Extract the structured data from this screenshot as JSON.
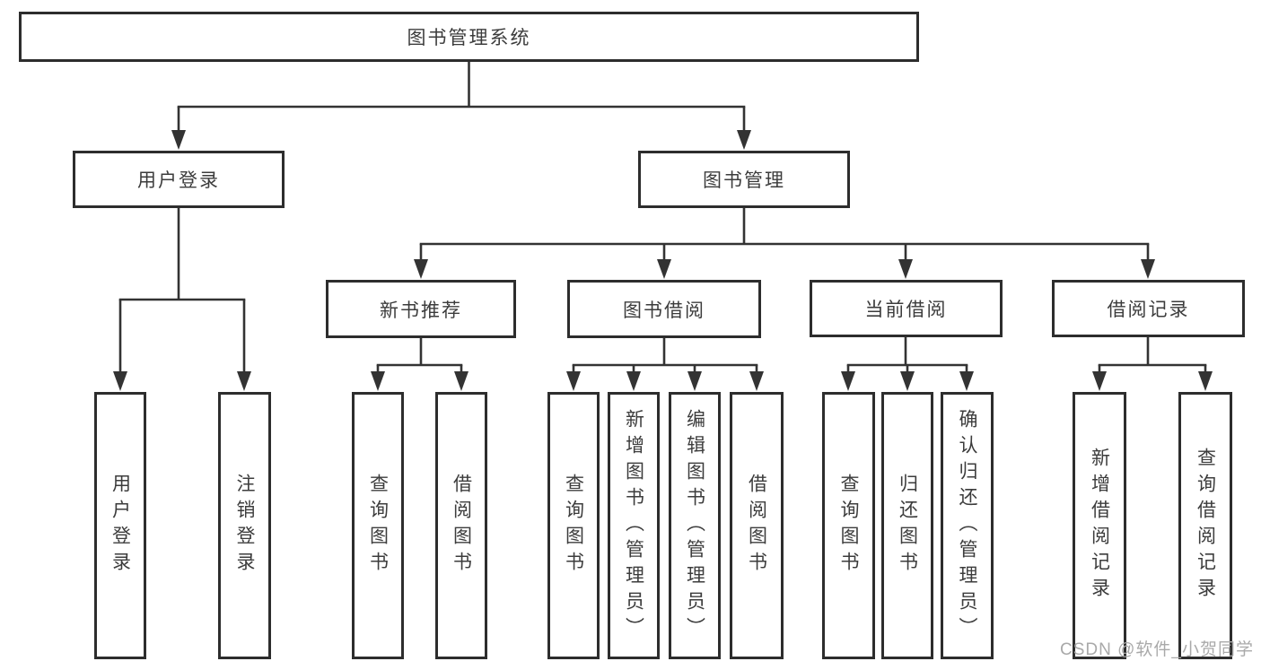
{
  "diagram": {
    "title": "图书管理系统",
    "type": "function-structure-tree",
    "colors": {
      "background": "#ffffff",
      "box_border": "#2d2d2d",
      "connector": "#333333",
      "text": "#3c3c3c",
      "watermark_text": "#a9a9a9"
    }
  },
  "tree": {
    "root": {
      "label": "图书管理系统"
    },
    "level2": [
      {
        "label": "用户登录"
      },
      {
        "label": "图书管理"
      }
    ],
    "level3": [
      {
        "label": "新书推荐"
      },
      {
        "label": "图书借阅"
      },
      {
        "label": "当前借阅"
      },
      {
        "label": "借阅记录"
      }
    ],
    "leaves": [
      {
        "label": "用户登录",
        "parent": "用户登录"
      },
      {
        "label": "注销登录",
        "parent": "用户登录"
      },
      {
        "label": "查询图书",
        "parent": "新书推荐"
      },
      {
        "label": "借阅图书",
        "parent": "新书推荐"
      },
      {
        "label": "查询图书",
        "parent": "图书借阅"
      },
      {
        "label": "新增图书（管理员）",
        "parent": "图书借阅"
      },
      {
        "label": "编辑图书（管理员）",
        "parent": "图书借阅"
      },
      {
        "label": "借阅图书",
        "parent": "图书借阅"
      },
      {
        "label": "查询图书",
        "parent": "当前借阅"
      },
      {
        "label": "归还图书",
        "parent": "当前借阅"
      },
      {
        "label": "确认归还（管理员）",
        "parent": "当前借阅"
      },
      {
        "label": "新增借阅记录",
        "parent": "借阅记录"
      },
      {
        "label": "查询借阅记录",
        "parent": "借阅记录"
      }
    ]
  },
  "watermark": "CSDN @软件_小贺同学"
}
